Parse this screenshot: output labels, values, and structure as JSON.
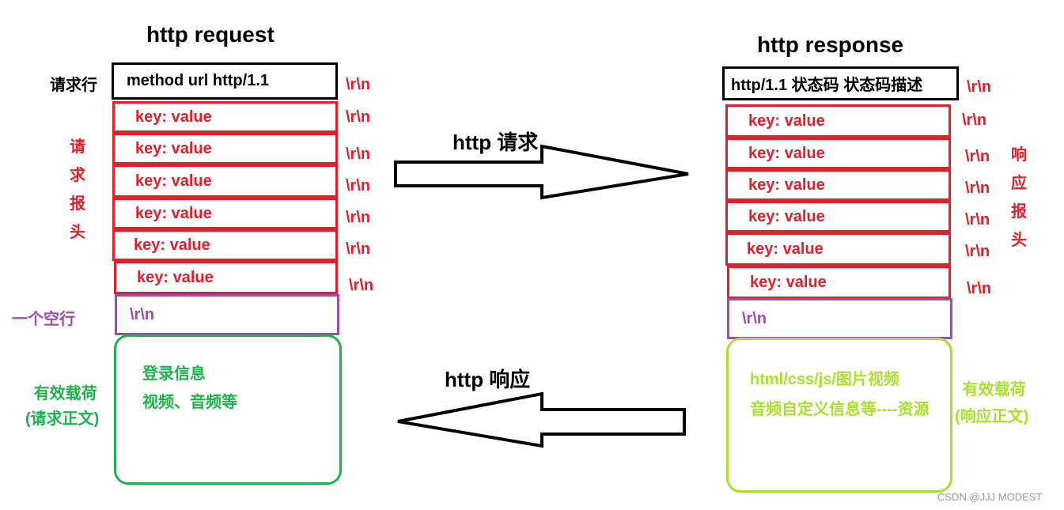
{
  "request": {
    "title": "http request",
    "request_line_label": "请求行",
    "request_line": "method url  http/1.1",
    "headers_label_chars": [
      "请",
      "求",
      "报",
      "头"
    ],
    "headers": [
      "key: value",
      "key: value",
      "key: value",
      "key: value",
      "key: value",
      "key: value"
    ],
    "crlf": "\\r\\n",
    "empty_line_label": "一个空行",
    "empty_line": "\\r\\n",
    "body_label_line1": "有效载荷",
    "body_label_line2": "(请求正文)",
    "body_line1": "登录信息",
    "body_line2": "视频、音频等"
  },
  "response": {
    "title": "http response",
    "status_line": "http/1.1  状态码   状态码描述",
    "headers_label_chars": [
      "响",
      "应",
      "报",
      "头"
    ],
    "headers": [
      "key: value",
      "key: value",
      "key: value",
      "key: value",
      "key: value",
      "key: value"
    ],
    "crlf": "\\r\\n",
    "empty_line": "\\r\\n",
    "body_label_line1": "有效载荷",
    "body_label_line2": "(响应正文)",
    "body_line1": "html/css/js/图片视频",
    "body_line2": "音频自定义信息等----资源"
  },
  "arrows": {
    "request_label": "http 请求",
    "response_label": "http 响应"
  },
  "watermark": "CSDN @JJJ MODEST",
  "colors": {
    "line": "#000000",
    "header": "#e0202a",
    "empty_line": "#9b4fa6",
    "request_body": "#1fb14b",
    "response_body": "#a9e02c"
  }
}
